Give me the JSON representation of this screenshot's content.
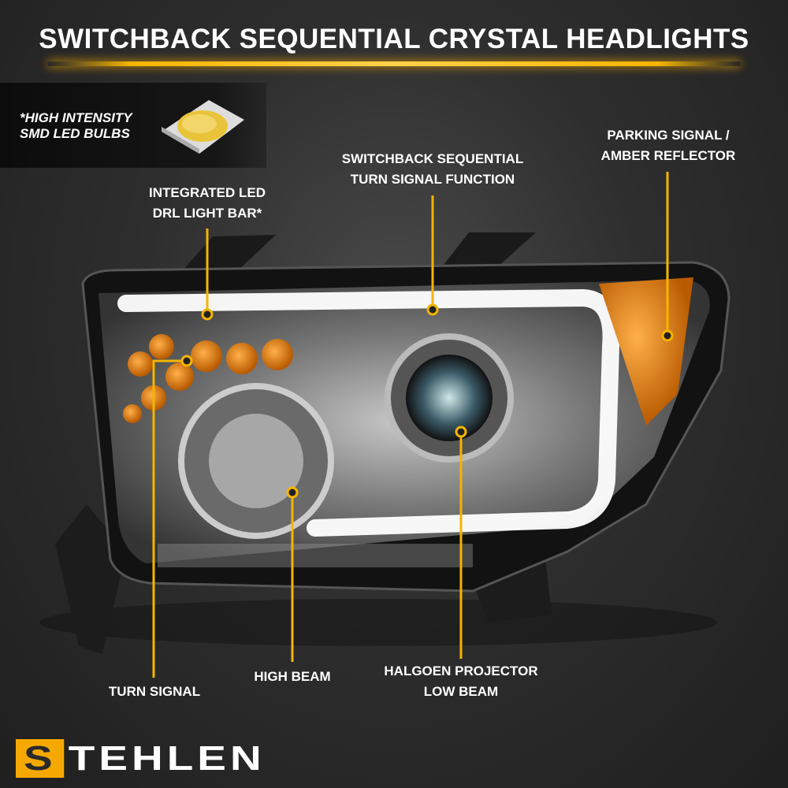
{
  "title": "SWITCHBACK SEQUENTIAL CRYSTAL HEADLIGHTS",
  "badge": {
    "line1": "*HIGH INTENSITY",
    "line2": "SMD LED BULBS"
  },
  "callouts": {
    "drl": {
      "line1": "INTEGRATED LED",
      "line2": "DRL LIGHT BAR*"
    },
    "switchback": {
      "line1": "SWITCHBACK SEQUENTIAL",
      "line2": "TURN SIGNAL FUNCTION"
    },
    "parking": {
      "line1": "PARKING SIGNAL /",
      "line2": "AMBER REFLECTOR"
    },
    "turn": {
      "line1": "TURN SIGNAL"
    },
    "high": {
      "line1": "HIGH BEAM"
    },
    "low": {
      "line1": "HALGOEN PROJECTOR",
      "line2": "LOW BEAM"
    }
  },
  "brand": {
    "name": "TEHLEN",
    "full": "STEHLEN",
    "accent": "#f5a900"
  }
}
